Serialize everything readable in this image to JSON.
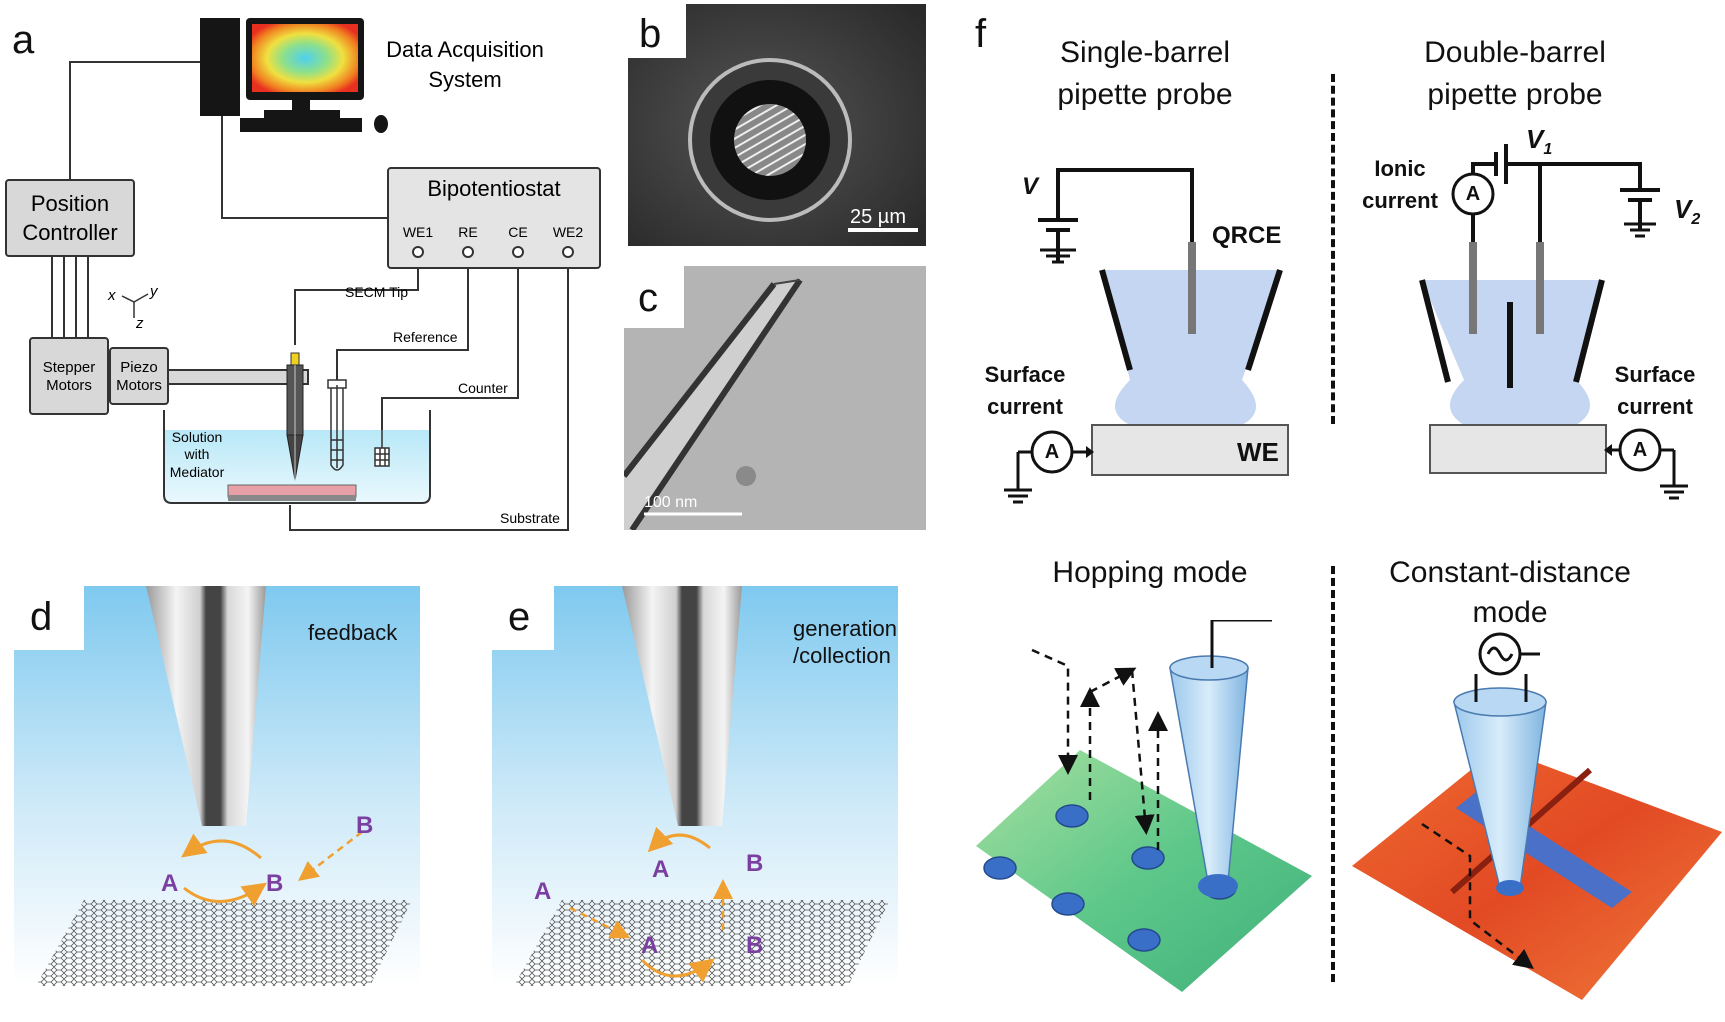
{
  "panels": {
    "a": {
      "letter": "a",
      "daq_line1": "Data Acquisition",
      "daq_line2": "System",
      "position_controller_line1": "Position",
      "position_controller_line2": "Controller",
      "bipotentiostat": "Bipotentiostat",
      "ports": [
        "WE1",
        "RE",
        "CE",
        "WE2"
      ],
      "axis_x": "x",
      "axis_y": "y",
      "axis_z": "z",
      "stepper_line1": "Stepper",
      "stepper_line2": "Motors",
      "piezo_line1": "Piezo",
      "piezo_line2": "Motors",
      "secm_tip": "SECM Tip",
      "reference": "Reference",
      "counter": "Counter",
      "substrate": "Substrate",
      "solution_line1": "Solution",
      "solution_line2": "with",
      "solution_line3": "Mediator"
    },
    "b": {
      "letter": "b",
      "scale": "25 µm"
    },
    "c": {
      "letter": "c",
      "scale": "100 nm"
    },
    "d": {
      "letter": "d",
      "mode": "feedback",
      "species_a": "A",
      "species_b1": "B",
      "species_b2": "B"
    },
    "e": {
      "letter": "e",
      "mode_line1": "generation",
      "mode_line2": "/collection",
      "species_a_top": "A",
      "species_b_top": "B",
      "species_a_left": "A",
      "species_a_bottom": "A",
      "species_b_bottom": "B"
    },
    "f": {
      "letter": "f",
      "single_line1": "Single-barrel",
      "single_line2": "pipette probe",
      "double_line1": "Double-barrel",
      "double_line2": "pipette probe",
      "v": "V",
      "qrce": "QRCE",
      "surface_line1": "Surface",
      "surface_line2": "current",
      "we": "WE",
      "ammeter": "A",
      "v1": "V",
      "v1_sub": "1",
      "v2": "V",
      "v2_sub": "2",
      "ionic_line1": "Ionic",
      "ionic_line2": "current",
      "hopping": "Hopping mode",
      "cd_line1": "Constant-distance",
      "cd_line2": "mode"
    }
  },
  "colors": {
    "solution_blue": "#c9dcf3",
    "sky_top": "#7fc9ef",
    "species_purple": "#7a3fa0",
    "arrow_orange": "#f0a030",
    "green_surface": "#6fcf8f",
    "red_surface": "#e8502a",
    "spot_blue": "#3a6fc8"
  }
}
